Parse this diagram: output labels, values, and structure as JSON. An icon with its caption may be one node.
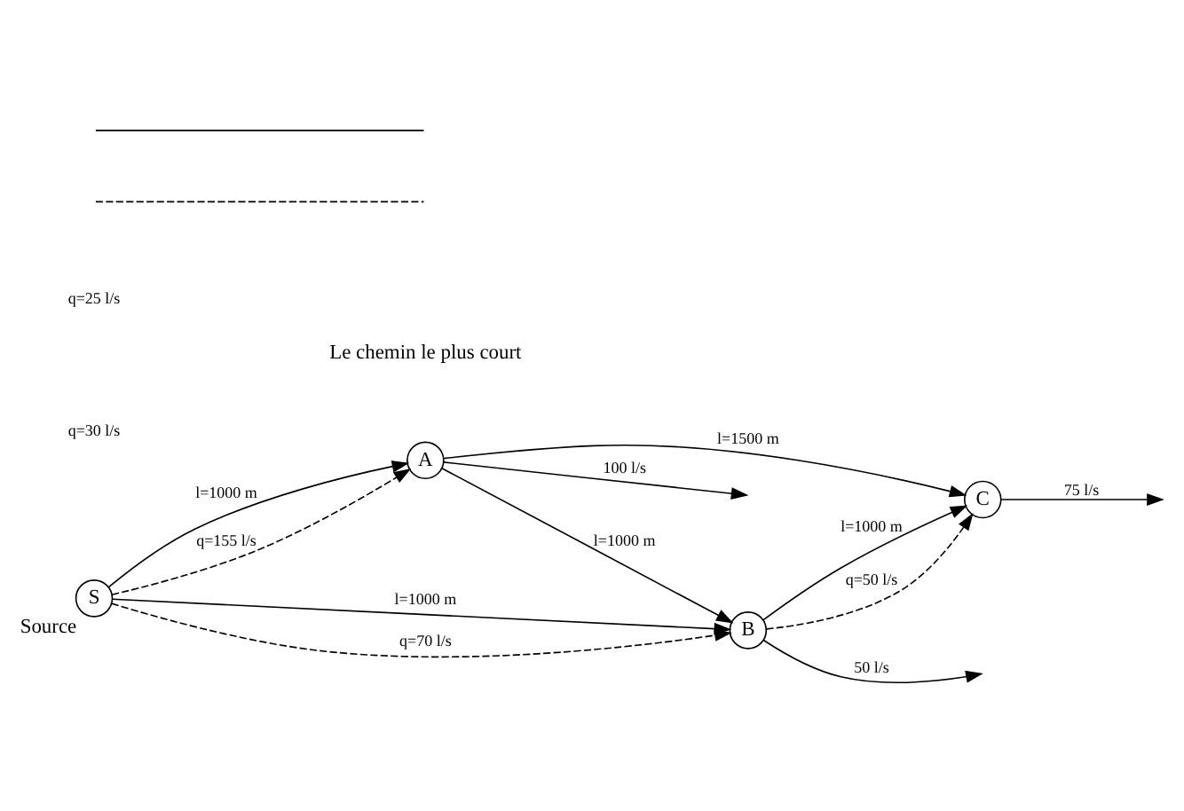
{
  "diagram": {
    "nodes": [
      {
        "text": [
          "S"
        ],
        "beside": [
          "Source"
        ]
      },
      {
        "text": [
          "A"
        ]
      },
      {
        "text": [
          "B"
        ]
      },
      {
        "text": [
          "C"
        ]
      }
    ],
    "edges": [
      {
        "from": 0,
        "to": 1,
        "arrow": "to",
        "label": "l=1000 m"
      },
      {
        "from": 0,
        "to": 1,
        "arrow": "to",
        "style": "dashed",
        "label": "q=155 l/s"
      },
      {
        "from": 0,
        "to": 2,
        "arrow": "to",
        "label": "l=1000 m"
      },
      {
        "from": 0,
        "to": 2,
        "arrow": "to",
        "style": "dashed",
        "label": "q=70 l/s"
      },
      {
        "from": 1,
        "to": 2,
        "arrow": "to",
        "label": "l=1000 m"
      },
      {
        "from": 1,
        "to": 3,
        "arrow": "to",
        "label": "l=1500 m"
      },
      {
        "from": 2,
        "to": 3,
        "arrow": "to",
        "label": "l=1000 m"
      },
      {
        "from": 2,
        "to": 3,
        "arrow": "to",
        "style": "dashed",
        "label": "q=50 l/s"
      },
      {
        "from": 1,
        "to": null,
        "arrow": "to",
        "label": "100 l/s"
      },
      {
        "from": 2,
        "to": null,
        "arrow": "to",
        "label": "50 l/s"
      },
      {
        "from": 3,
        "to": null,
        "arrow": "to",
        "label": "75 l/s"
      }
    ],
    "labels": [
      "q=30 l/s",
      "q=25 l/s"
    ],
    "legend": [
      {
        "text": "Le chemin le plus court"
      }
    ]
  }
}
